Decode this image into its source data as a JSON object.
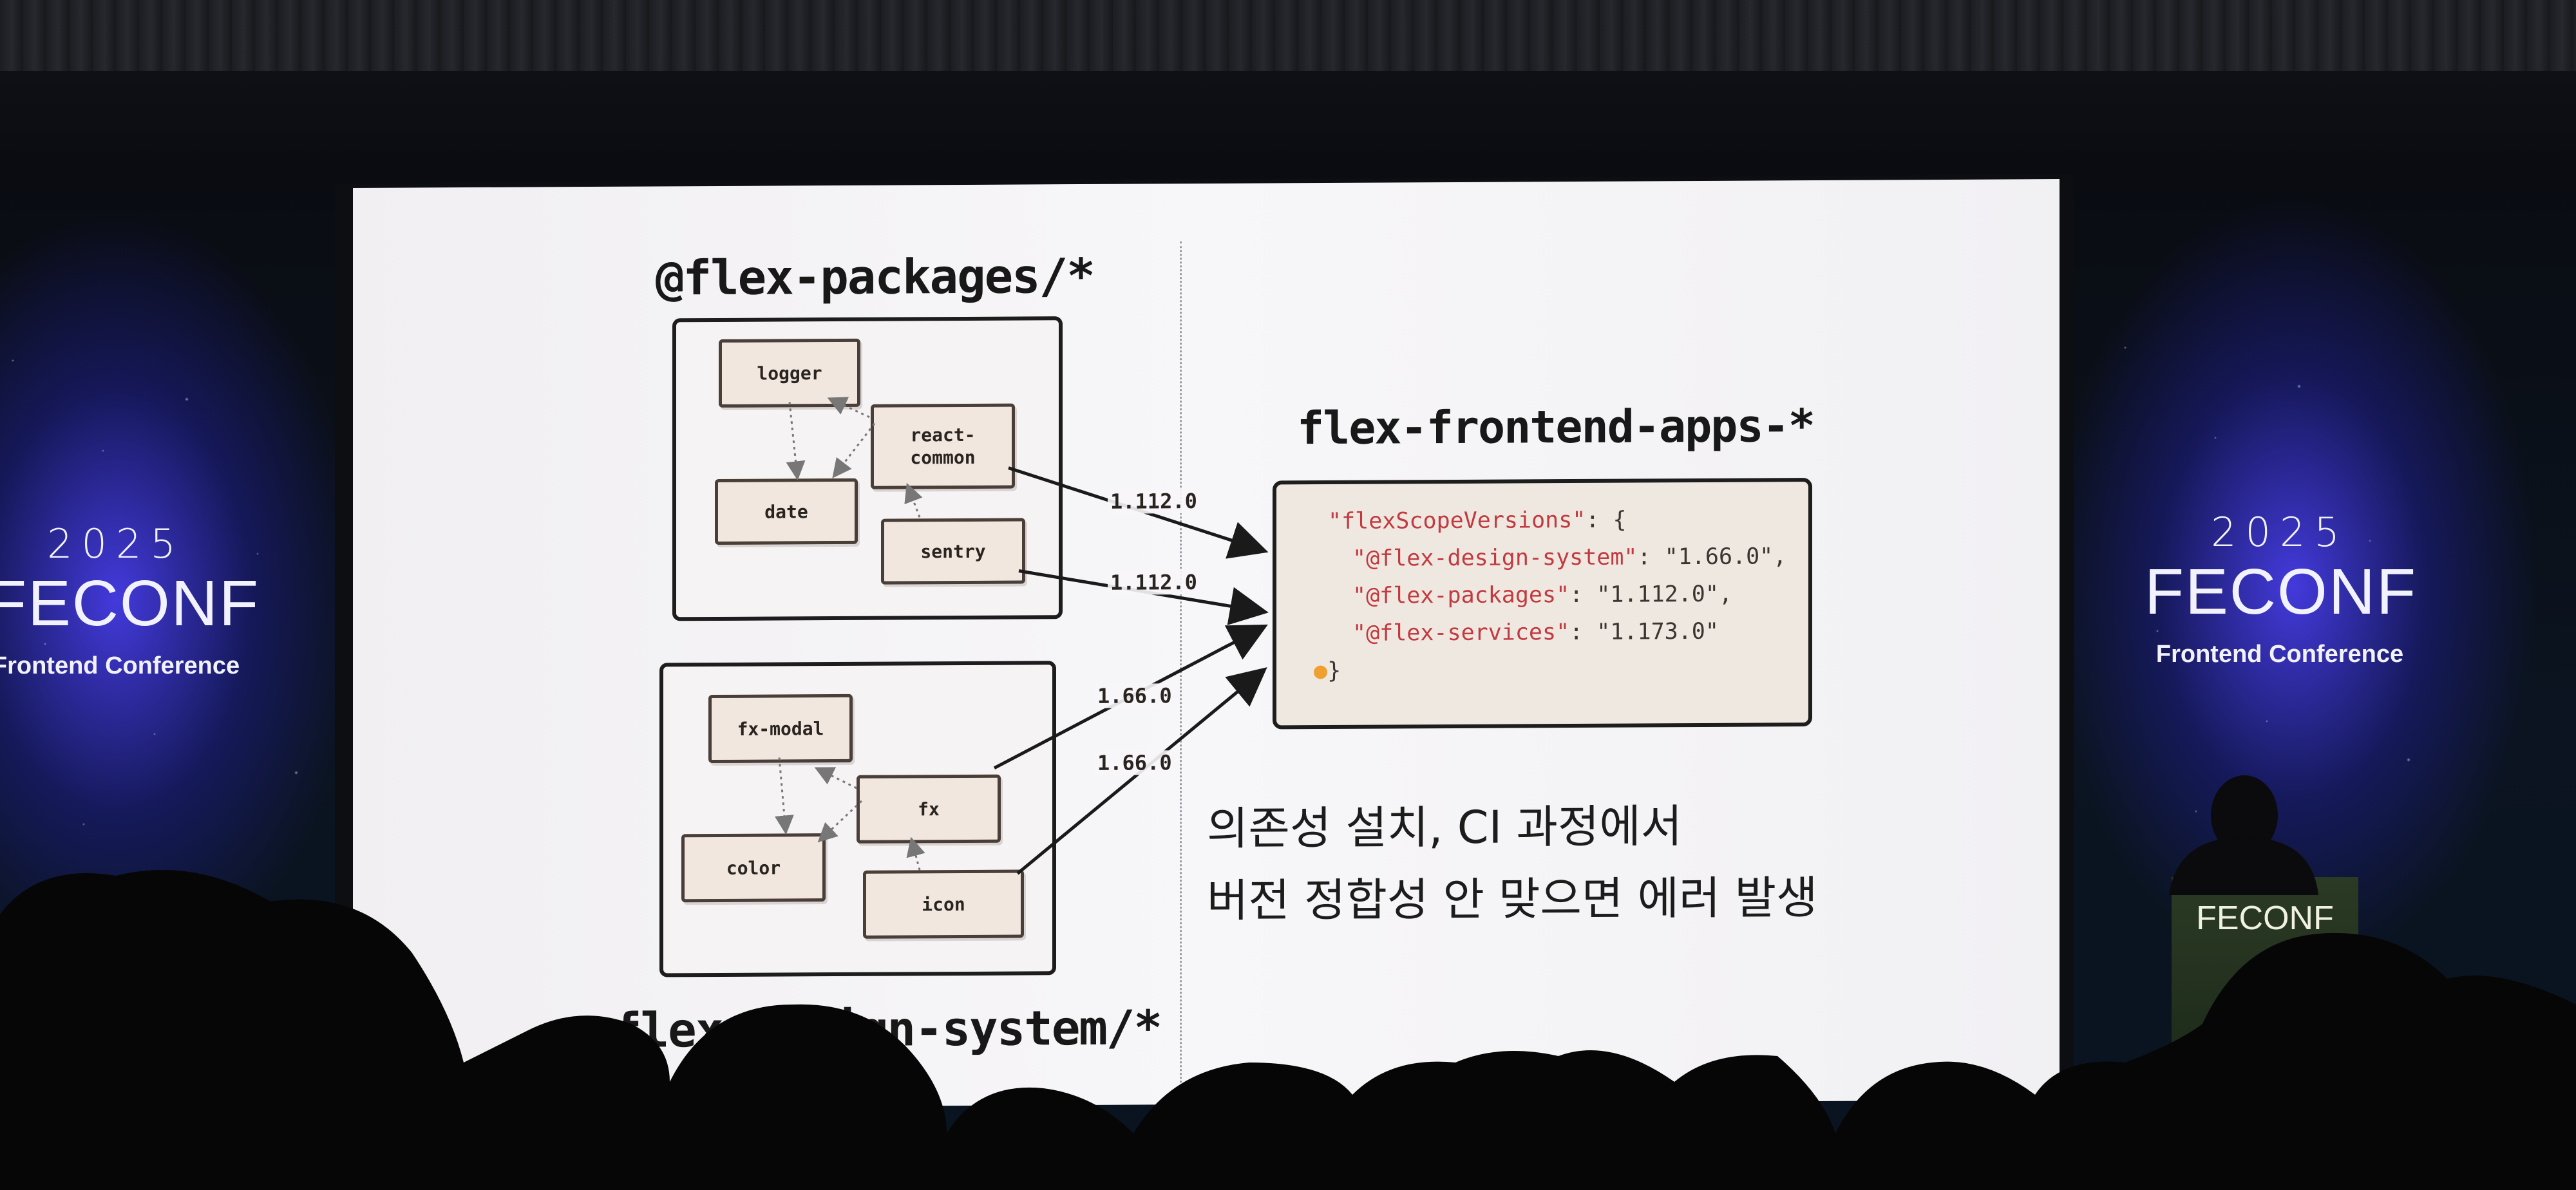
{
  "event_branding": {
    "year": "2025",
    "name": "FECONF",
    "subtitle": "Frontend Conference",
    "podium_label": "FECONF"
  },
  "slide": {
    "packages_title": "@flex-packages/*",
    "packages_nodes": [
      "logger",
      "react-\ncommon",
      "date",
      "sentry"
    ],
    "design_system_title": "flex-design-system/*",
    "design_system_nodes": [
      "fx-modal",
      "fx",
      "color",
      "icon"
    ],
    "apps_title": "flex-frontend-apps-*",
    "version_labels": [
      "1.112.0",
      "1.112.0",
      "1.66.0",
      "1.66.0"
    ],
    "code": {
      "line1_key": "\"flexScopeVersions\"",
      "line1_rest": ": {",
      "line2_key": "\"@flex-design-system\"",
      "line2_value": ": \"1.66.0\",",
      "line3_key": "\"@flex-packages\"",
      "line3_value": ": \"1.112.0\",",
      "line4_key": "\"@flex-services\"",
      "line4_value": ": \"1.173.0\"",
      "line5": "}"
    },
    "message_line1": "의존성 설치, CI 과정에서",
    "message_line2": "버전 정합성 안 맞으면 에러 발생"
  },
  "colors": {
    "code_key": "#c23a3f",
    "node_fill": "#f1e7df",
    "spotlight": "#4636e6"
  }
}
